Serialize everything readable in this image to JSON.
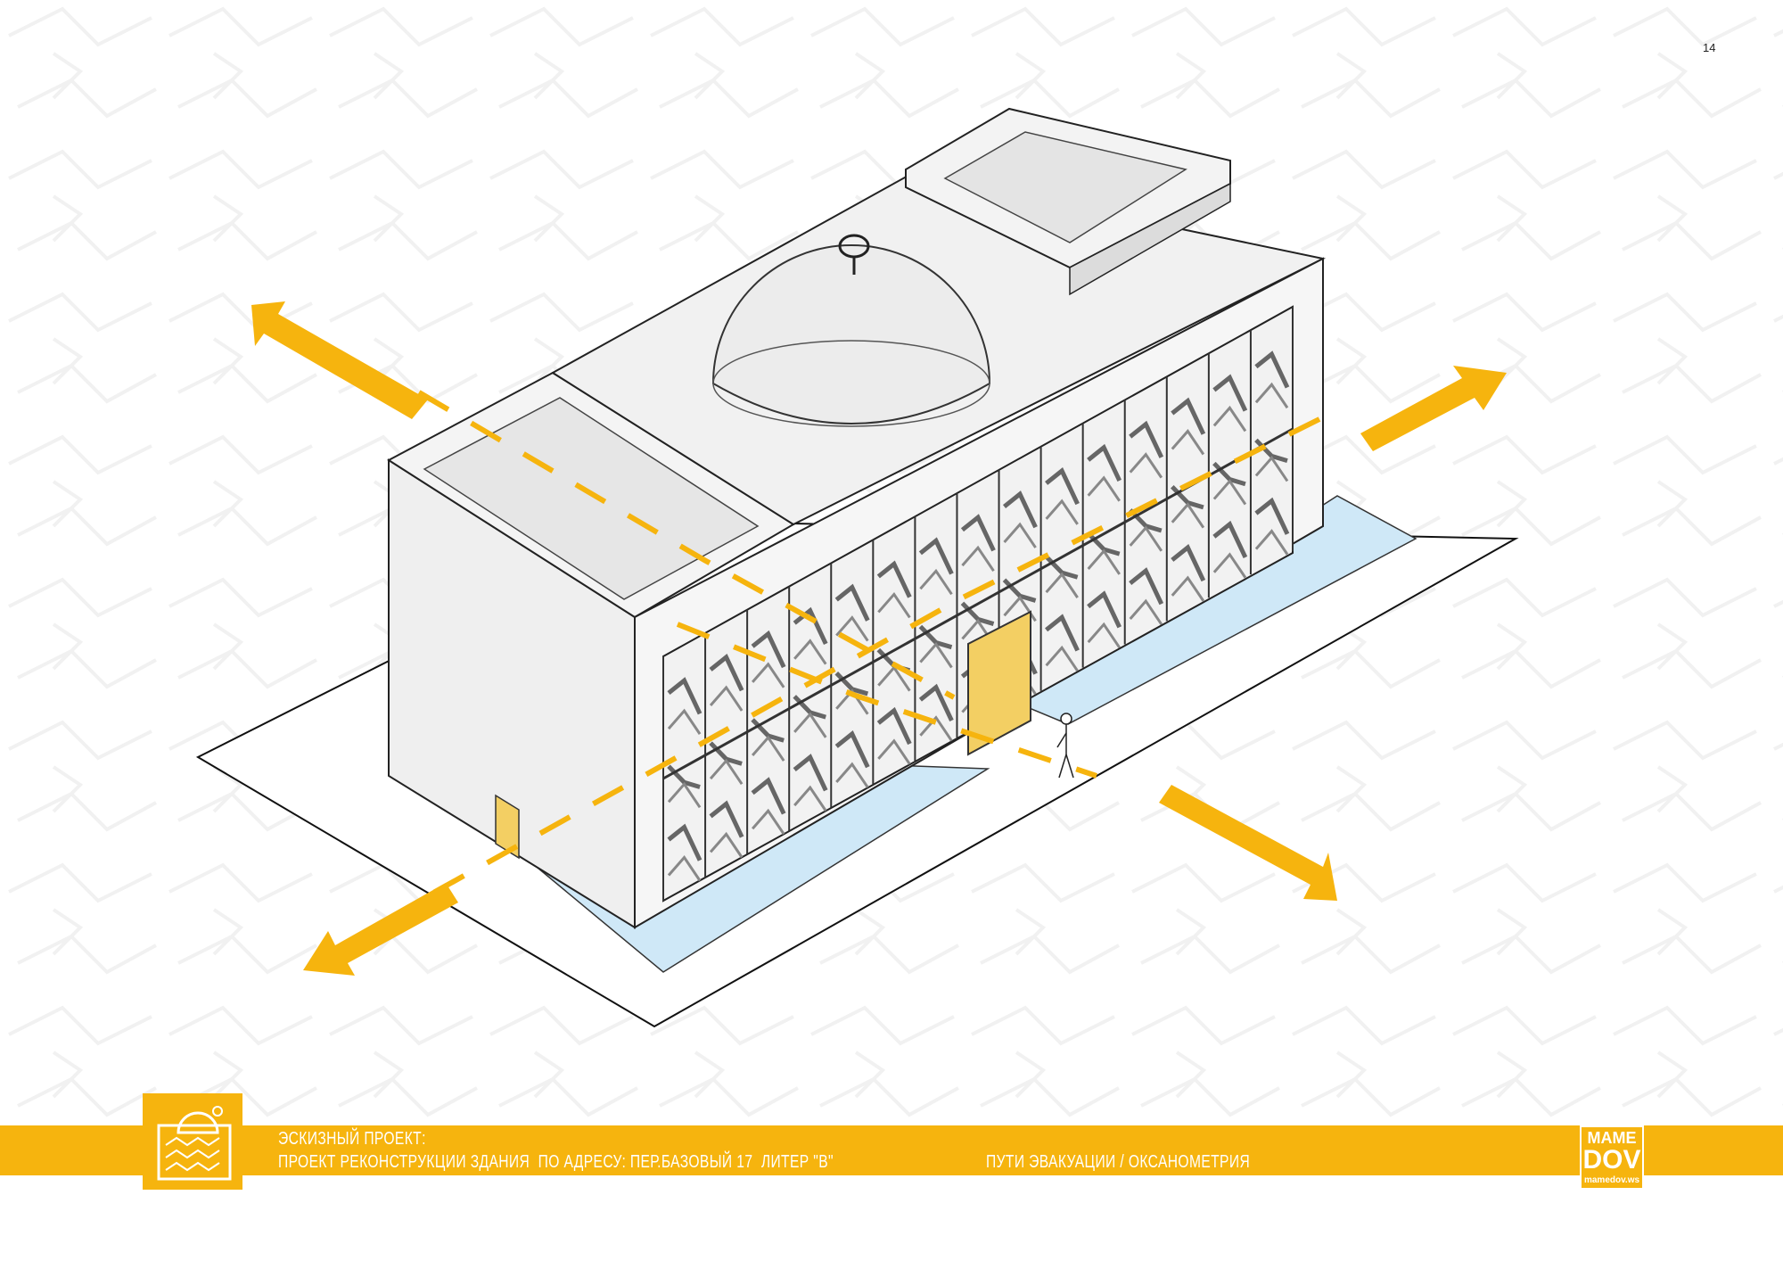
{
  "page_number": "14",
  "footer": {
    "line1": "ЭСКИЗНЫЙ ПРОЕКТ:",
    "line2": "ПРОЕКТ РЕКОНСТРУКЦИИ ЗДАНИЯ  ПО АДРЕСУ: ПЕР.БАЗОВЫЙ 17  ЛИТЕР \"В\"",
    "sheet_title": "ПУТИ ЭВАКУАЦИИ / ОКСАНОМЕТРИЯ"
  },
  "brand": {
    "line1": "MAME",
    "line2": "DOV",
    "url": "mamedov.ws"
  },
  "colors": {
    "accent": "#f6b40e",
    "water": "#cfe8f7",
    "door": "#f3cf63",
    "line": "#1a1a1a"
  },
  "icons": [
    "project-logo-icon",
    "evacuation-arrow-icon",
    "person-figure-icon"
  ]
}
